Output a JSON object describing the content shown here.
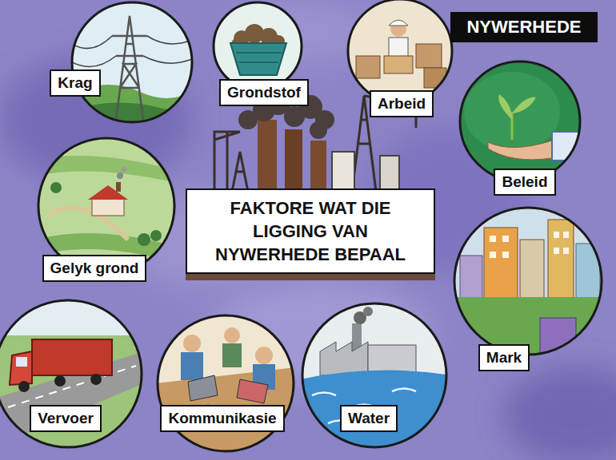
{
  "diagram": {
    "nodes": [
      {
        "text": [
          "Krag"
        ]
      },
      {
        "text": [
          "Grondstof"
        ]
      },
      {
        "text": [
          "Arbeid"
        ]
      },
      {
        "text": [
          "NYWERHEDE"
        ]
      },
      {
        "text": [
          "Beleid"
        ]
      },
      {
        "text": [
          "Gelyk grond"
        ]
      },
      {
        "text": [
          "FAKTORE WAT DIE LIGGING VAN NYWERHEDE BEPAAL"
        ]
      },
      {
        "text": [
          "Mark"
        ]
      },
      {
        "text": [
          "Vervoer"
        ]
      },
      {
        "text": [
          "Kommunikasie"
        ]
      },
      {
        "text": [
          "Water"
        ]
      }
    ]
  }
}
